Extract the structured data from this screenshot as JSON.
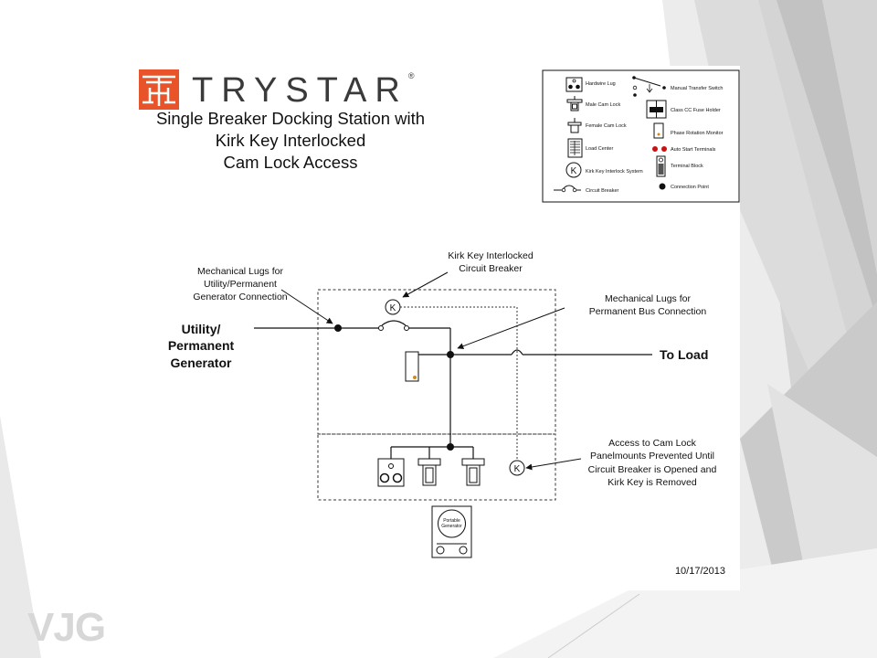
{
  "brand": {
    "name": "TRYSTAR",
    "registered": "®"
  },
  "title_lines": [
    "Single Breaker Docking Station with",
    "Kirk Key Interlocked",
    "Cam Lock Access"
  ],
  "legend": {
    "hardwire_lug": "Hardwire Lug",
    "male_cam_lock": "Male Cam Lock",
    "female_cam_lock": "Female Cam Lock",
    "load_center": "Load Center",
    "kirk_key_interlock": "Kirk Key Interlock System",
    "circuit_breaker": "Circuit Breaker",
    "manual_transfer_switch": "Manual Transfer Switch",
    "class_cc_fuse_holder": "Class CC Fuse Holder",
    "phase_rotation_monitor": "Phase Rotation Monitor",
    "auto_start_terminals": "Auto Start Terminals",
    "terminal_block": "Terminal Block",
    "connection_point": "Connection Point"
  },
  "diagram": {
    "callout_lugs_utility": [
      "Mechanical Lugs for",
      "Utility/Permanent",
      "Generator Connection"
    ],
    "callout_kirk_key": [
      "Kirk Key Interlocked",
      "Circuit Breaker"
    ],
    "callout_lugs_bus": [
      "Mechanical Lugs for",
      "Permanent Bus Connection"
    ],
    "callout_access": [
      "Access to Cam Lock",
      "Panelmounts Prevented Until",
      "Circuit Breaker is Opened and",
      "Kirk Key is Removed"
    ],
    "source_label": [
      "Utility/",
      "Permanent",
      "Generator"
    ],
    "load_label": "To Load",
    "portable_generator": [
      "Portable",
      "Generator"
    ],
    "kirk_key_symbol": "K",
    "date": "10/17/2013"
  },
  "watermark": "VJG",
  "colors": {
    "brand_red": "#e8532a",
    "brand_text": "#3a3a3a",
    "line": "#111111",
    "bg_gray_light": "#e6e6e6",
    "bg_gray_mid": "#cfcfcf",
    "bg_gray_dark": "#bdbdbd",
    "terminal_red": "#cc1111",
    "fuse_orange": "#d08a1a"
  }
}
